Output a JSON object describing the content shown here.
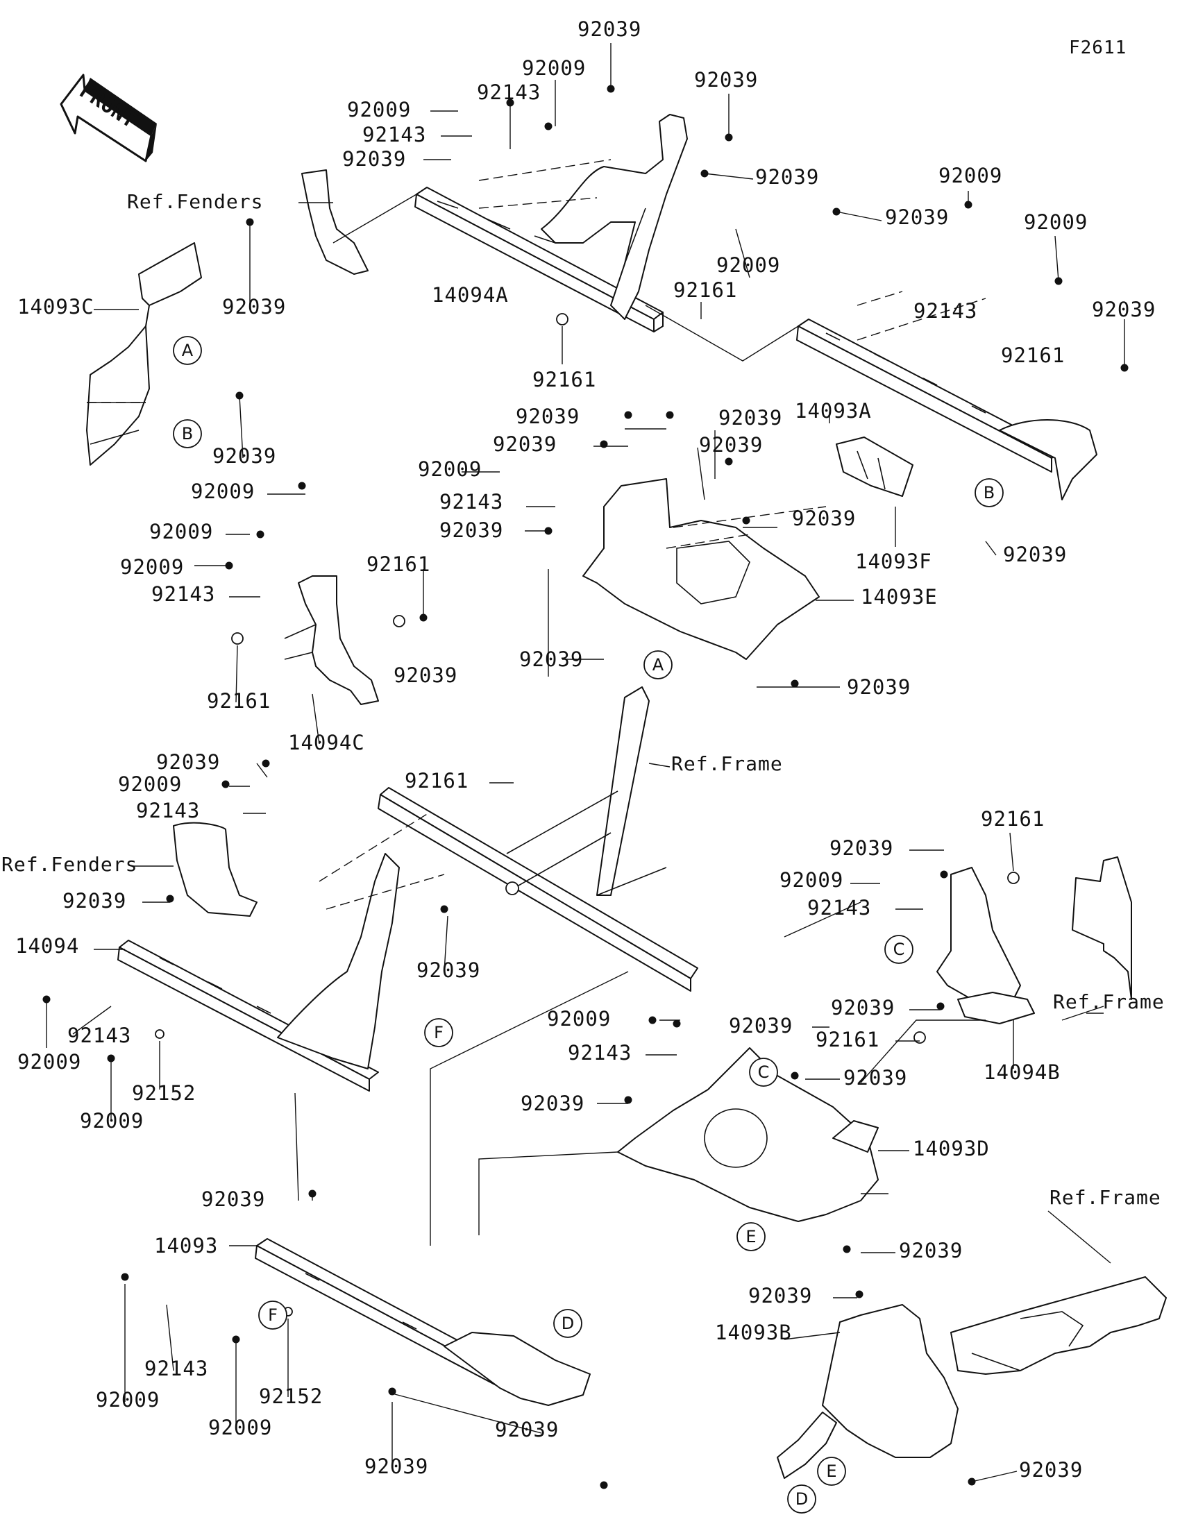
{
  "diagram_code": "F2611",
  "front_label": "FRONT",
  "callouts": {
    "label_92039": "92039",
    "label_92009": "92009",
    "label_92143": "92143",
    "label_92161": "92161",
    "label_92152": "92152",
    "label_14094A": "14094A",
    "label_14093A": "14093A",
    "label_14093C": "14093C",
    "label_14093F": "14093F",
    "label_14093E": "14093E",
    "label_14094C": "14094C",
    "label_14094": "14094",
    "label_14094B": "14094B",
    "label_14093D": "14093D",
    "label_14093": "14093",
    "label_14093B": "14093B",
    "ref_fenders": "Ref.Fenders",
    "ref_frame": "Ref.Frame"
  },
  "reference_letters": [
    "A",
    "B",
    "C",
    "D",
    "E",
    "F"
  ]
}
